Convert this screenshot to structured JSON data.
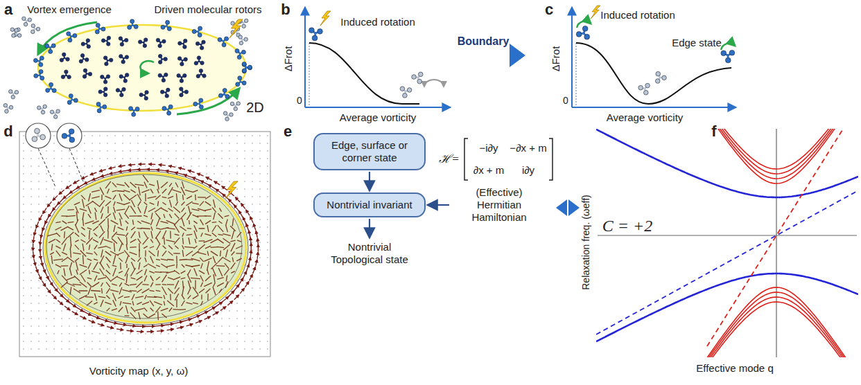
{
  "diagram": {
    "nodes": [
      {
        "text": [
          "Edge, surface or corner state"
        ]
      },
      {
        "text": [
          "Nontrivial invariant"
        ]
      },
      {
        "text": [
          "Nontrivial Topological state"
        ]
      },
      {
        "text": [
          "(Effective) Hermitian Hamiltonian"
        ]
      }
    ],
    "edges": [
      {
        "from": 0,
        "to": 1,
        "arrow": "to"
      },
      {
        "from": 1,
        "to": 2,
        "arrow": "to"
      },
      {
        "from": 3,
        "to": 1,
        "arrow": "to"
      }
    ],
    "labels": [
      "a",
      "Vortex emergence",
      "Driven molecular rotors",
      "2D",
      "b",
      "Induced rotation",
      "ΔFrot",
      "0",
      "Average vorticity",
      "Boundary",
      "c",
      "Induced rotation",
      "Edge state",
      "ΔFrot",
      "0",
      "Average vorticity",
      "d",
      "Vorticity map (x, y, ω)",
      "e",
      "ℋ=",
      "−i∂y",
      "−∂x + m",
      "∂x + m",
      "i∂y",
      "f",
      "Relaxation freq. (ωeff)",
      "C = +2",
      "Effective mode q"
    ]
  }
}
